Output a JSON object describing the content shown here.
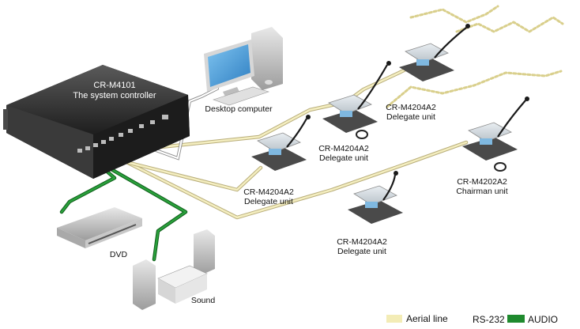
{
  "controller": {
    "model": "CR-M4101",
    "role": "The system controller"
  },
  "computer": {
    "label": "Desktop computer"
  },
  "delegates": [
    {
      "model": "CR-M4204A2",
      "role": "Delegate unit"
    },
    {
      "model": "CR-M4204A2",
      "role": "Delegate unit"
    },
    {
      "model": "CR-M4204A2",
      "role": "Delegate unit"
    },
    {
      "model": "CR-M4204A2",
      "role": "Delegate unit"
    }
  ],
  "chairman": {
    "model": "CR-M4202A2",
    "role": "Chairman unit"
  },
  "dvd": {
    "label": "DVD"
  },
  "sound": {
    "label": "Sound"
  },
  "legend": {
    "aerial": "Aerial line",
    "rs232": "RS-232",
    "audio": "AUDIO",
    "colors": {
      "aerial": "#f3ecb6",
      "audio": "#1f8a2e",
      "rs232": "#ffffff"
    }
  }
}
